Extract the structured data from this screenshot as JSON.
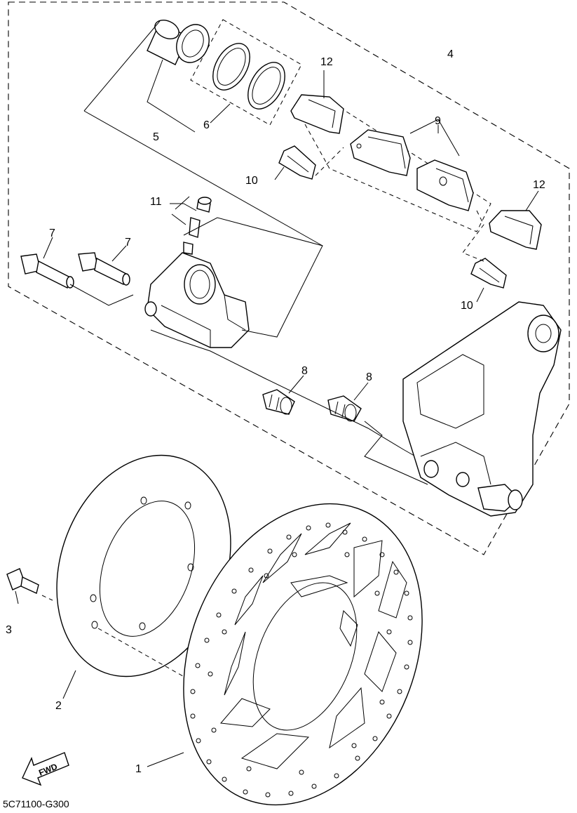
{
  "diagram_code": "5C71100-G300",
  "fwd_label": "FWD",
  "callouts": {
    "c1": "1",
    "c2": "2",
    "c3": "3",
    "c4": "4",
    "c5": "5",
    "c6": "6",
    "c7a": "7",
    "c7b": "7",
    "c8a": "8",
    "c8b": "8",
    "c9": "9",
    "c10a": "10",
    "c10b": "10",
    "c11": "11",
    "c12a": "12",
    "c12b": "12"
  }
}
